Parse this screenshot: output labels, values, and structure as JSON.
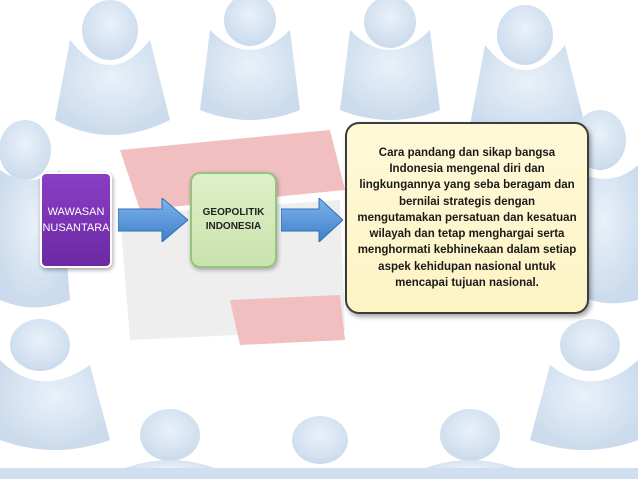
{
  "diagram": {
    "box_left": {
      "line1": "WAWASAN",
      "line2": "NUSANTARA"
    },
    "box_middle": {
      "line1": "GEOPOLITIK",
      "line2": "INDONESIA"
    },
    "box_right": {
      "text": "Cara pandang dan sikap bangsa Indonesia mengenal diri dan lingkungannya yang seba beragam dan bernilai strategis dengan mengutamakan persatuan dan kesatuan wilayah dan tetap menghargai serta menghormati kebhinekaan dalam setiap aspek kehidupan nasional untuk mencapai tujuan nasional."
    },
    "colors": {
      "left_box": "#7b35b5",
      "middle_box": "#d4eabb",
      "right_box": "#fdf5cc",
      "arrow": "#4f8fd6"
    }
  }
}
